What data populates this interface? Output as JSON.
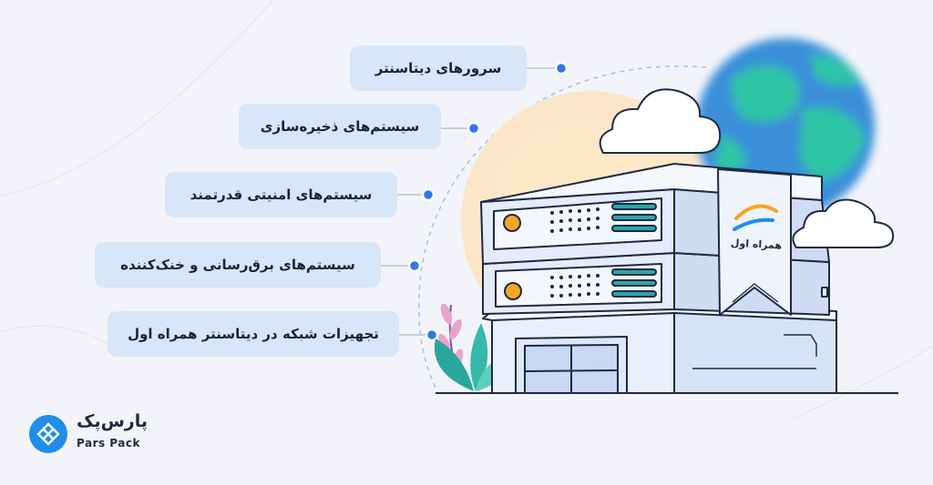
{
  "features": [
    "سرورهای دیتاسنتر",
    "سیستم‌های ذخیره‌سازی",
    "سیستم‌های امنیتی قدرتمند",
    "سیستم‌های برق‌رسانی و خنک‌کننده",
    "تجهیزات شبکه در دیتاسنتر همراه اول"
  ],
  "brand": {
    "persian_name": "پارس‌پک",
    "latin_name": "Pars Pack"
  },
  "server_banner_logo_text": "همراه اول",
  "colors": {
    "background": "#f3f4fa",
    "pill_background": "#d8e6f9",
    "pill_text": "#1a2138",
    "connector_dot": "#2f78e6",
    "brand_blue": "#1e8ee8",
    "server_teal": "#2aa7a7",
    "server_orange": "#f5a623"
  }
}
